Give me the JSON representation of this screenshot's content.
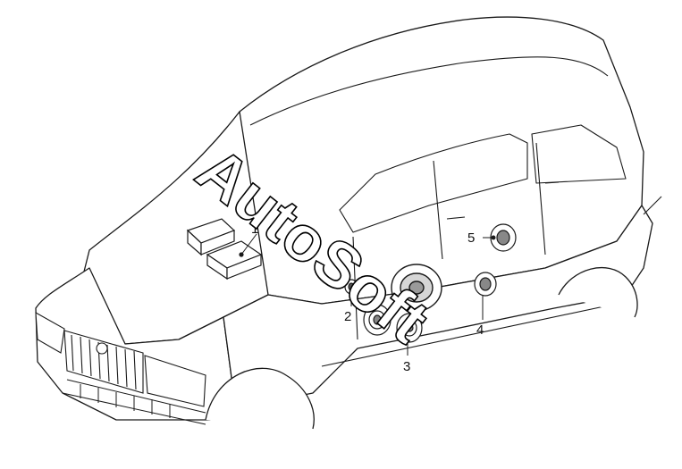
{
  "diagram": {
    "callouts": [
      {
        "id": "1",
        "label": "1"
      },
      {
        "id": "2",
        "label": "2"
      },
      {
        "id": "3",
        "label": "3"
      },
      {
        "id": "4",
        "label": "4"
      },
      {
        "id": "5",
        "label": "5"
      }
    ],
    "watermark": {
      "text": "AutoSoft"
    },
    "colors": {
      "line": "#1a1a1a",
      "fill": "#ffffff",
      "shade": "#d6d6d6"
    }
  }
}
